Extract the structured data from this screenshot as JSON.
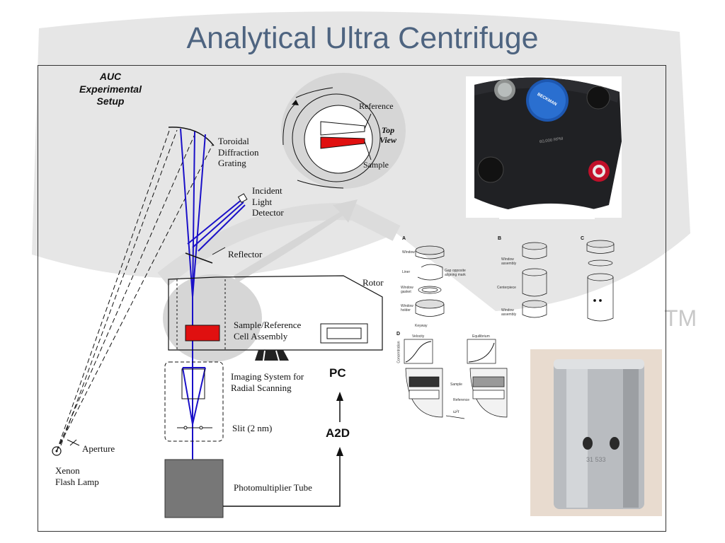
{
  "slide": {
    "title": "Analytical Ultra Centrifuge",
    "watermark": "TM"
  },
  "setup": {
    "heading_line1": "AUC",
    "heading_line2": "Experimental",
    "heading_line3": "Setup"
  },
  "labels": {
    "grating_line1": "Toroidal",
    "grating_line2": "Diffraction",
    "grating_line3": "Grating",
    "detector_line1": "Incident",
    "detector_line2": "Light",
    "detector_line3": "Detector",
    "reflector": "Reflector",
    "rotor": "Rotor",
    "cell_line1": "Sample/Reference",
    "cell_line2": "Cell Assembly",
    "imaging_line1": "Imaging System for",
    "imaging_line2": "Radial Scanning",
    "slit": "Slit (2 nm)",
    "pmt": "Photomultiplier Tube",
    "aperture": "Aperture",
    "lamp_line1": "Xenon",
    "lamp_line2": "Flash Lamp",
    "pc": "PC",
    "a2d": "A2D"
  },
  "top_view": {
    "reference": "Reference",
    "sample": "Sample",
    "top_line1": "Top",
    "top_line2": "View"
  },
  "rotor_photo": {
    "brand": "BECKMAN",
    "speed": "60,000 RPM"
  },
  "cell_figure": {
    "panel_a": "A",
    "panel_b": "B",
    "panel_c": "C",
    "panel_d": "D",
    "a_window": "Window",
    "a_liner": "Liner",
    "a_gap": "Gap opposite",
    "a_gap2": "aligning mark",
    "a_gasket1": "Window",
    "a_gasket2": "gasket",
    "a_holder1": "Window",
    "a_holder2": "holder",
    "a_keyway": "Keyway",
    "b_window1": "Window",
    "b_window2": "assembly",
    "b_centerpiece": "Centerpiece",
    "b_window3": "Window",
    "b_window4": "assembly",
    "d_velocity": "Velocity",
    "d_equilibrium": "Equilibrium",
    "d_concentration": "Concentration",
    "d_sample": "Sample",
    "d_reference": "Reference",
    "d_omega": "ω²r"
  },
  "colors": {
    "beam": "#1a10c8",
    "sample": "#e01010",
    "title": "#4e6480",
    "bubble": "#d6d6d6"
  }
}
